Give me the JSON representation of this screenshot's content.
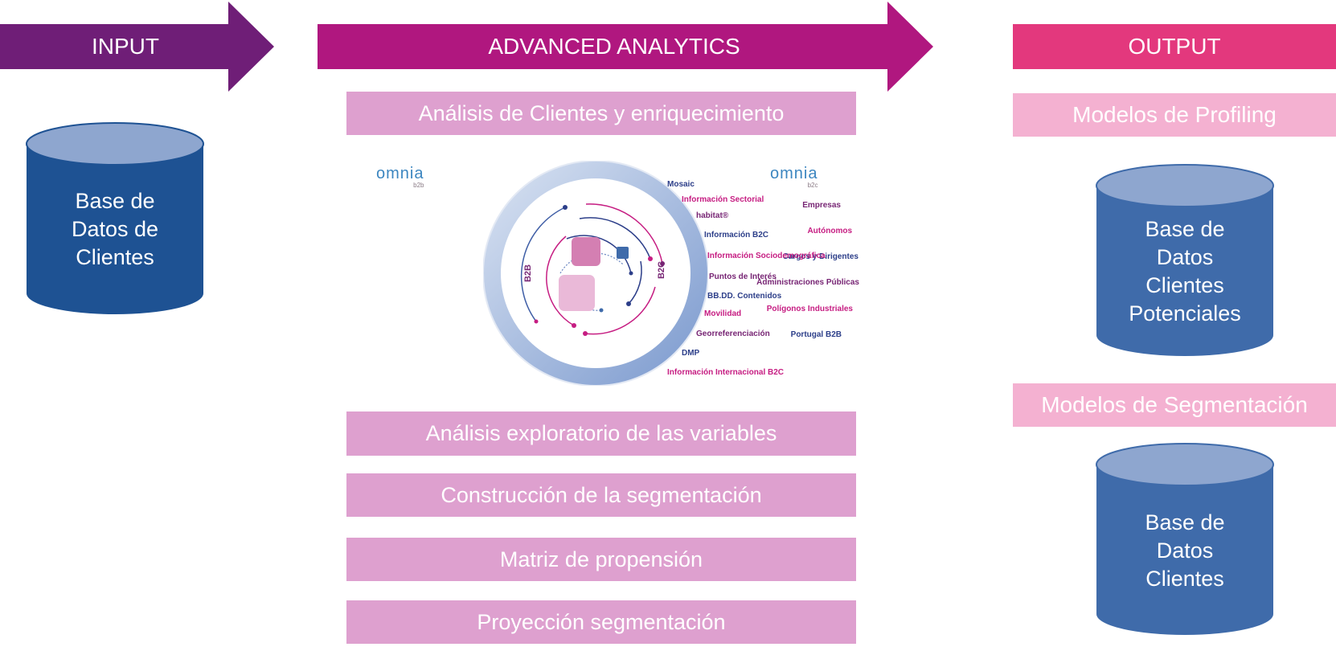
{
  "colors": {
    "input_arrow": "#6f1e77",
    "analytics_arrow": "#b0177f",
    "output_bar": "#e3387d",
    "process_box": "#dea0cf",
    "output_box": "#f4b1d1",
    "cylinder_dark": "#1e5293",
    "cylinder_light": "#3f6baa",
    "cylinder_top": "#8ea6cf",
    "text_navy": "#2c3e89",
    "text_magenta": "#c61d82",
    "text_purple": "#772574"
  },
  "banners": {
    "input": "INPUT",
    "analytics": "ADVANCED ANALYTICS",
    "output": "OUTPUT"
  },
  "input_db": {
    "lines": [
      "Base de",
      "Datos de",
      "Clientes"
    ]
  },
  "analytics": {
    "step_1": "Análisis de Clientes y enriquecimiento",
    "step_2": "Análisis exploratorio de las variables",
    "step_3": "Construcción de la segmentación",
    "step_4": "Matriz de propensión",
    "step_5": "Proyección segmentación"
  },
  "omnia": {
    "left_logo": {
      "word": "omnia",
      "sub": "b2b"
    },
    "right_logo": {
      "word": "omnia",
      "sub": "b2c"
    },
    "ring_left_label": "B2B",
    "ring_right_label": "B2C",
    "b2b_items": [
      {
        "label": "Empresas",
        "color": "#772574"
      },
      {
        "label": "Autónomos",
        "color": "#c61d82"
      },
      {
        "label": "Cargos y Dirigentes",
        "color": "#2c3e89"
      },
      {
        "label": "Administraciones Públicas",
        "color": "#772574"
      },
      {
        "label": "Polígonos Industriales",
        "color": "#c61d82"
      },
      {
        "label": "Portugal B2B",
        "color": "#2c3e89"
      }
    ],
    "b2c_items": [
      {
        "label": "Mosaic",
        "color": "#2c3e89"
      },
      {
        "label": "Información Sectorial",
        "color": "#c61d82"
      },
      {
        "label": "habitat®",
        "color": "#772574"
      },
      {
        "label": "Información B2C",
        "color": "#2c3e89"
      },
      {
        "label": "Información Sociodemográfica",
        "color": "#c61d82"
      },
      {
        "label": "Puntos de Interés",
        "color": "#772574"
      },
      {
        "label": "BB.DD. Contenidos",
        "color": "#2c3e89"
      },
      {
        "label": "Movilidad",
        "color": "#c61d82"
      },
      {
        "label": "Georreferenciación",
        "color": "#772574"
      },
      {
        "label": "DMP",
        "color": "#2c3e89"
      },
      {
        "label": "Información Internacional B2C",
        "color": "#c61d82"
      }
    ]
  },
  "output": {
    "profiling_label": "Modelos de Profiling",
    "potential_db": {
      "lines": [
        "Base de",
        "Datos",
        "Clientes",
        "Potenciales"
      ]
    },
    "segmentation_label": "Modelos de Segmentación",
    "clients_db": {
      "lines": [
        "Base de",
        "Datos",
        "Clientes"
      ]
    }
  }
}
